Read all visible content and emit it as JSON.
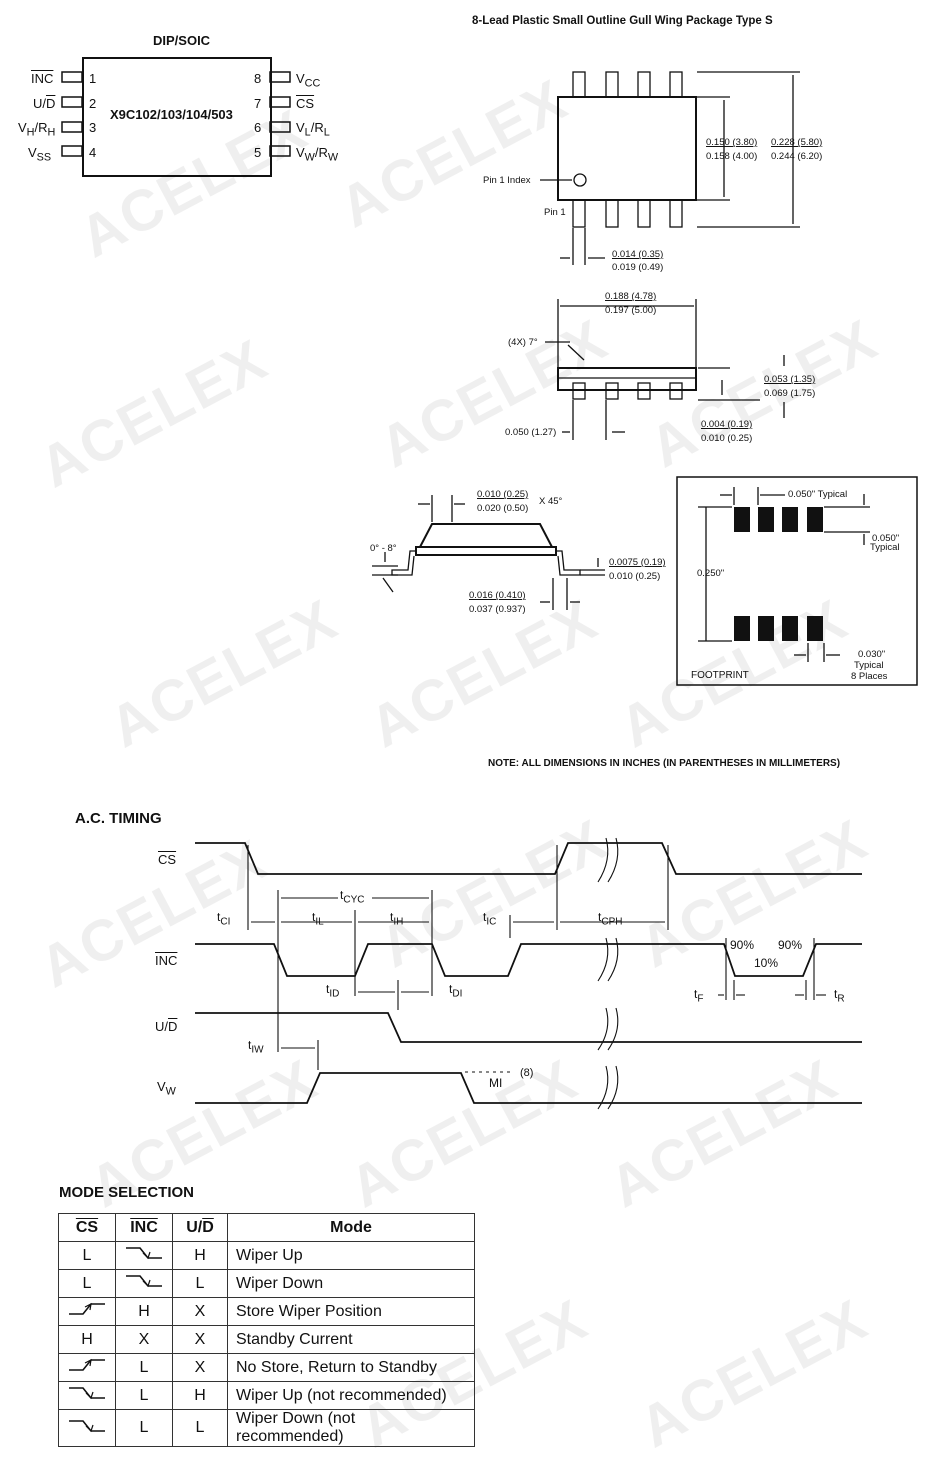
{
  "watermark": "ACELEX",
  "dip": {
    "title": "DIP/SOIC",
    "part": "X9C102/103/104/503",
    "left_pins": [
      {
        "num": "1",
        "name": "INC",
        "overline": true
      },
      {
        "num": "2",
        "name": "U/D",
        "overline": false
      },
      {
        "num": "3",
        "name": "VH/RH",
        "overline": false
      },
      {
        "num": "4",
        "name": "VSS",
        "overline": false
      }
    ],
    "right_pins": [
      {
        "num": "8",
        "name": "VCC",
        "overline": false
      },
      {
        "num": "7",
        "name": "CS",
        "overline": true
      },
      {
        "num": "6",
        "name": "VL/RL",
        "overline": false
      },
      {
        "num": "5",
        "name": "VW/RW",
        "overline": false
      }
    ]
  },
  "package": {
    "title": "8-Lead Plastic Small Outline Gull Wing Package Type S",
    "pin1_index": "Pin 1 Index",
    "pin1": "Pin 1",
    "dim_width_a": "0.150 (3.80)",
    "dim_width_b": "0.158 (4.00)",
    "dim_total_a": "0.228 (5.80)",
    "dim_total_b": "0.244 (6.20)",
    "dim_lead_a": "0.014 (0.35)",
    "dim_lead_b": "0.019 (0.49)",
    "dim_len_a": "0.188 (4.78)",
    "dim_len_b": "0.197 (5.00)",
    "angle": "(4X) 7°",
    "dim_h_a": "0.053 (1.35)",
    "dim_h_b": "0.069 (1.75)",
    "pitch": "0.050 (1.27)",
    "dim_standoff_a": "0.004 (0.19)",
    "dim_standoff_b": "0.010 (0.25)",
    "dim_chamfer_a": "0.010 (0.25)",
    "dim_chamfer_b": "0.020 (0.50)",
    "chamfer_suffix": "X 45°",
    "angle_range": "0° - 8°",
    "dim_thick_a": "0.0075 (0.19)",
    "dim_thick_b": "0.010 (0.25)",
    "dim_foot_a": "0.016 (0.410)",
    "dim_foot_b": "0.037 (0.937)",
    "footprint_label": "FOOTPRINT",
    "fp_typical_top": "0.050\" Typical",
    "fp_typical_right_a": "0.050\"",
    "fp_typical_right_b": "Typical",
    "fp_span": "0.250\"",
    "fp_pad_a": "0.030\"",
    "fp_pad_b": "Typical",
    "fp_pad_c": "8 Places",
    "note": "NOTE: ALL DIMENSIONS IN INCHES (IN PARENTHESES IN MILLIMETERS)"
  },
  "timing": {
    "title": "A.C. TIMING",
    "signals": {
      "cs": "CS",
      "inc": "INC",
      "ud": "U/D",
      "vw": "VW"
    },
    "labels": {
      "tcyc": "tCYC",
      "tci": "tCI",
      "til": "tIL",
      "tih": "tIH",
      "tic": "tIC",
      "tcph": "tCPH",
      "tid": "tID",
      "tdi": "tDI",
      "tiw": "tIW",
      "tf": "tF",
      "tr": "tR",
      "p90a": "90%",
      "p90b": "90%",
      "p10": "10%",
      "mi": "MI",
      "note8": "(8)"
    }
  },
  "mode_selection": {
    "title": "MODE SELECTION",
    "headers": [
      "CS",
      "INC",
      "U/D",
      "Mode"
    ],
    "rows": [
      {
        "cs": "",
        "cs_icon": "none",
        "inc": "",
        "inc_icon": "falling-edge",
        "ud": "H",
        "mode": "Wiper Up"
      },
      {
        "cs": "L",
        "cs_icon": "none",
        "inc": "",
        "inc_icon": "falling-edge",
        "ud": "L",
        "mode": "Wiper Down"
      },
      {
        "cs": "",
        "cs_icon": "rising-edge",
        "inc": "H",
        "inc_icon": "none",
        "ud": "X",
        "mode": "Store Wiper Position"
      },
      {
        "cs": "H",
        "cs_icon": "none",
        "inc": "X",
        "inc_icon": "none",
        "ud": "X",
        "mode": "Standby Current"
      },
      {
        "cs": "",
        "cs_icon": "rising-edge",
        "inc": "L",
        "inc_icon": "none",
        "ud": "X",
        "mode": "No Store, Return to Standby"
      },
      {
        "cs": "",
        "cs_icon": "falling-edge",
        "inc": "L",
        "inc_icon": "none",
        "ud": "H",
        "mode": "Wiper Up (not recommended)"
      },
      {
        "cs": "",
        "cs_icon": "falling-edge",
        "inc": "L",
        "inc_icon": "none",
        "ud": "L",
        "mode": "Wiper Down (not recommended)"
      }
    ]
  }
}
